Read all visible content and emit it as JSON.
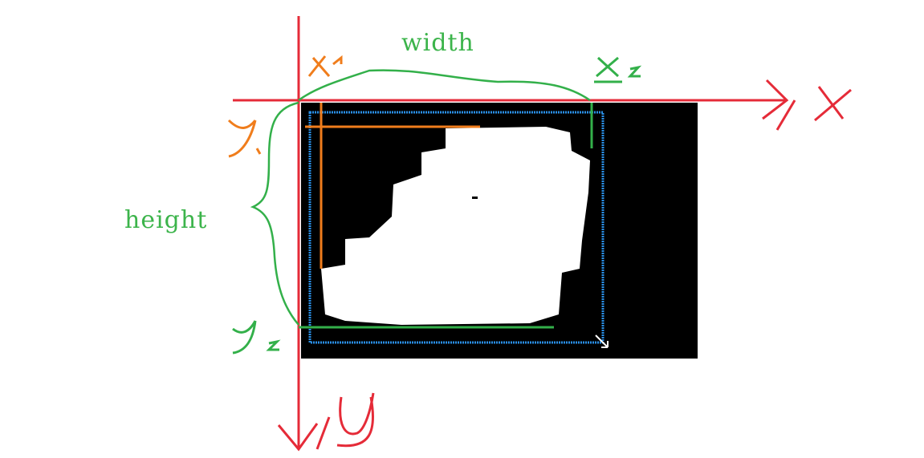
{
  "colors": {
    "axis": "#e52b38",
    "orange": "#f07d1c",
    "green": "#33b04a",
    "blue": "#2a8fe6",
    "image_bg": "#000000",
    "blob": "#ffffff"
  },
  "labels": {
    "width": "width",
    "height": "height",
    "x1": "x₁",
    "x2": "x₂",
    "y1": "y₁",
    "y2": "y₂",
    "x_axis": "X",
    "y_axis": "y"
  }
}
